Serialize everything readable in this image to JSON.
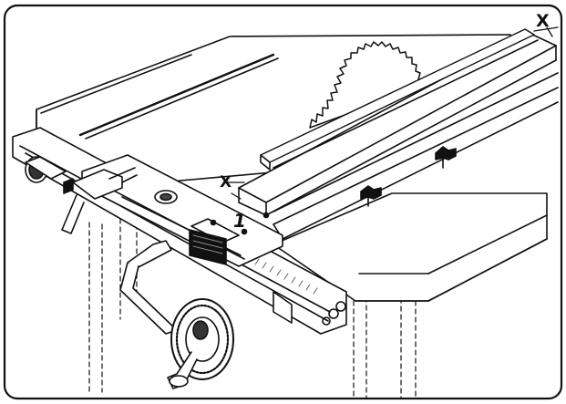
{
  "figure": {
    "labels": {
      "x_right": "X",
      "x_left": "X",
      "part_number": "1"
    },
    "colors": {
      "ink": "#111111",
      "paper": "#ffffff",
      "hatch": "#555555"
    },
    "parts": [
      "frame-border",
      "saw-table",
      "saw-blade",
      "rip-fence",
      "fence-guide-rail",
      "front-rail",
      "fence-carriage",
      "fence-clamp-lever",
      "crank-handle",
      "handwheel",
      "table-legs"
    ]
  }
}
